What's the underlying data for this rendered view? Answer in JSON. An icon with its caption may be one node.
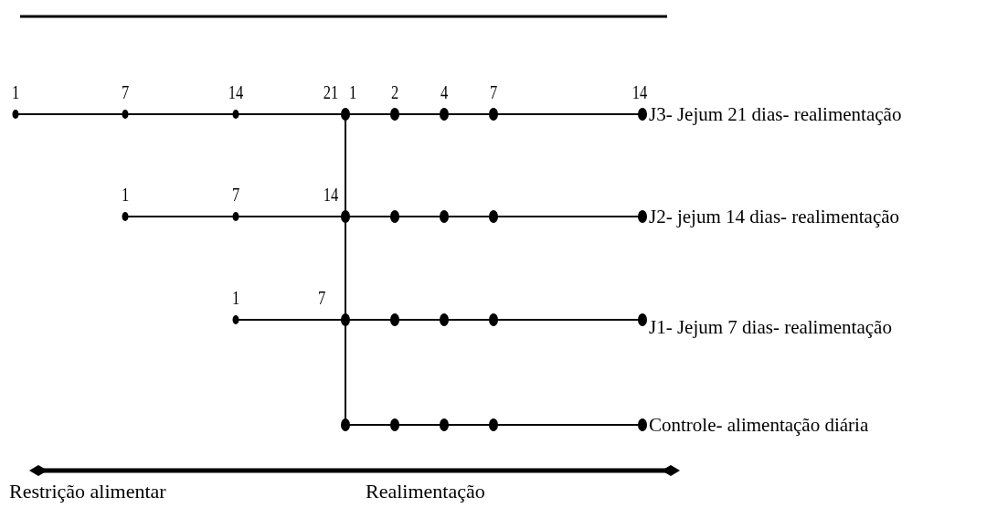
{
  "diagram": {
    "labels": [
      "1",
      "7",
      "14",
      "21",
      "1",
      "2",
      "4",
      "7",
      "14",
      "J3- Jejum 21 dias- realimentação",
      "1",
      "7",
      "14",
      "J2- jejum 14 dias- realimentação",
      "1",
      "7",
      "J1- Jejum 7 dias- realimentação",
      "Controle- alimentação diária",
      "Restrição alimentar",
      "Realimentação"
    ]
  }
}
